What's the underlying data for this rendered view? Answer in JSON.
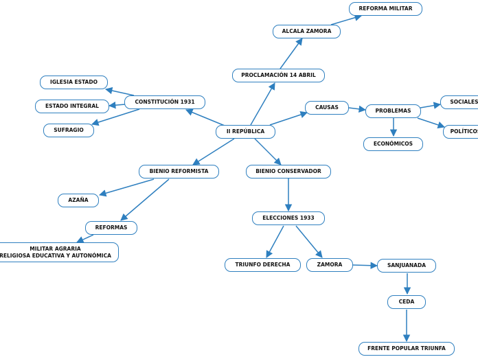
{
  "accent_color": "#2e7fbf",
  "nodes": [
    {
      "id": "root",
      "label": "II REPÚBLICA"
    },
    {
      "id": "proclamacion",
      "label": "PROCLAMACIÓN 14 ABRIL"
    },
    {
      "id": "alcala",
      "label": "ALCALA ZAMORA"
    },
    {
      "id": "reforma_militar",
      "label": "REFORMA MILITAR"
    },
    {
      "id": "constitucion",
      "label": "CONSTITUCIÓN 1931"
    },
    {
      "id": "iglesia",
      "label": "IGLESIA ESTADO"
    },
    {
      "id": "estado_integral",
      "label": "ESTADO INTEGRAL"
    },
    {
      "id": "sufragio",
      "label": "SUFRAGIO"
    },
    {
      "id": "causas",
      "label": "CAUSAS"
    },
    {
      "id": "problemas",
      "label": "PROBLEMAS"
    },
    {
      "id": "sociales",
      "label": "SOCIALES"
    },
    {
      "id": "politicos",
      "label": "POLÍTICOS"
    },
    {
      "id": "economicos",
      "label": "ECONÓMICOS"
    },
    {
      "id": "bienio_ref",
      "label": "BIENIO REFORMISTA"
    },
    {
      "id": "azana",
      "label": "AZAÑA"
    },
    {
      "id": "reformas",
      "label": "REFORMAS"
    },
    {
      "id": "militar_agraria",
      "label": "MILITAR AGRARIA",
      "label2": "RELIGIOSA EDUCATIVA Y AUTONÓMICA"
    },
    {
      "id": "bienio_cons",
      "label": "BIENIO CONSERVADOR"
    },
    {
      "id": "elecciones",
      "label": "ELECCIONES 1933"
    },
    {
      "id": "triunfo",
      "label": "TRIUNFO DERECHA"
    },
    {
      "id": "zamora",
      "label": "ZAMORA"
    },
    {
      "id": "sanjuanada",
      "label": "SANJUANADA"
    },
    {
      "id": "ceda",
      "label": "CEDA"
    },
    {
      "id": "frente",
      "label": "FRENTE POPULAR TRIUNFA"
    }
  ]
}
